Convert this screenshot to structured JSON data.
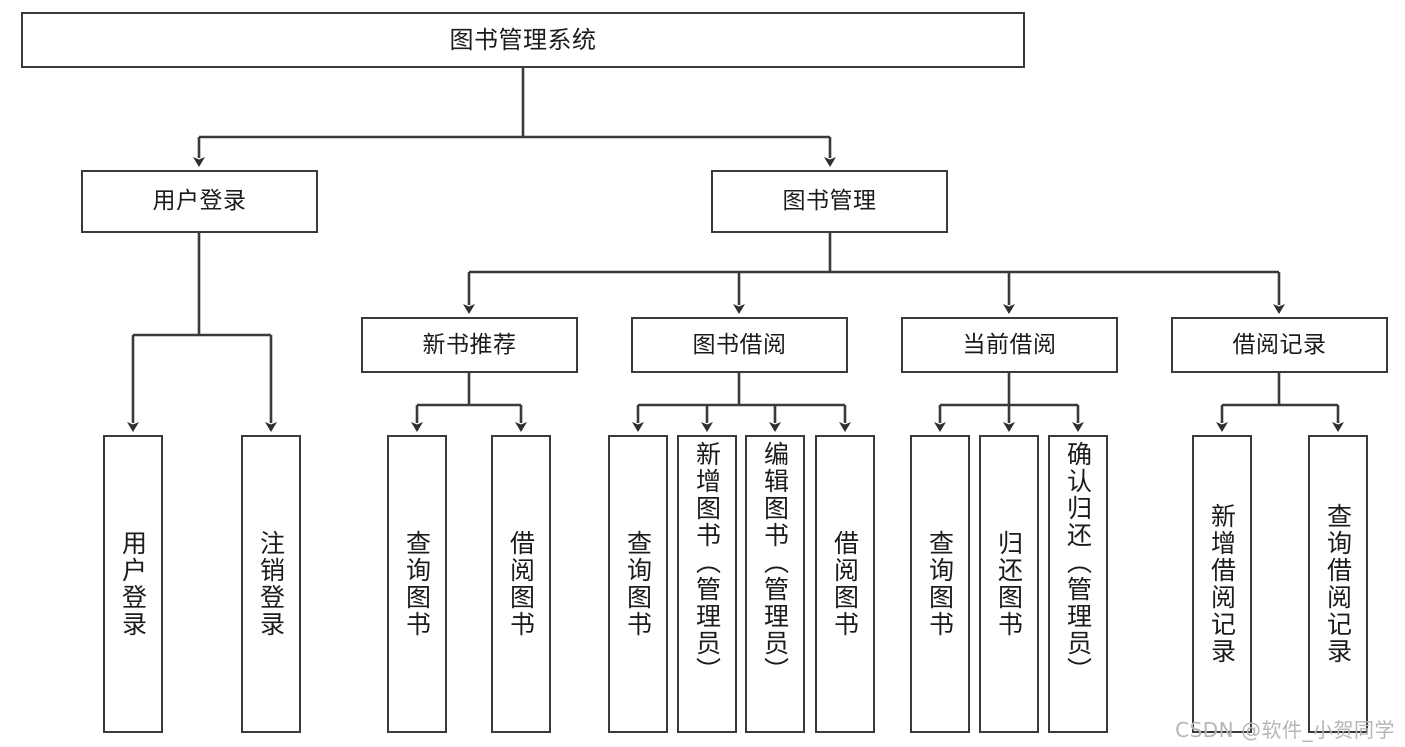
{
  "diagram": {
    "title": "图书管理系统",
    "type": "tree-hierarchy",
    "watermark": "CSDN @软件_小贺同学",
    "colors": {
      "stroke": "#3a3a3a",
      "fill": "#ffffff",
      "text": "#1b1b1b",
      "watermark": "#b6b6b6"
    },
    "levels": {
      "root": {
        "label": "图书管理系统"
      },
      "level2": [
        {
          "label": "用户登录"
        },
        {
          "label": "图书管理"
        }
      ],
      "level3": [
        {
          "label": "新书推荐"
        },
        {
          "label": "图书借阅"
        },
        {
          "label": "当前借阅"
        },
        {
          "label": "借阅记录"
        }
      ],
      "leaves": {
        "user_login": [
          {
            "label": "用户登录"
          },
          {
            "label": "注销登录"
          }
        ],
        "new_book": [
          {
            "label": "查询图书"
          },
          {
            "label": "借阅图书"
          }
        ],
        "book_borrow": [
          {
            "label": "查询图书"
          },
          {
            "label": "新增图书（管理员）"
          },
          {
            "label": "编辑图书（管理员）"
          },
          {
            "label": "借阅图书"
          }
        ],
        "current_borrow": [
          {
            "label": "查询图书"
          },
          {
            "label": "归还图书"
          },
          {
            "label": "确认归还（管理员）"
          }
        ],
        "borrow_record": [
          {
            "label": "新增借阅记录"
          },
          {
            "label": "查询借阅记录"
          }
        ]
      }
    }
  }
}
